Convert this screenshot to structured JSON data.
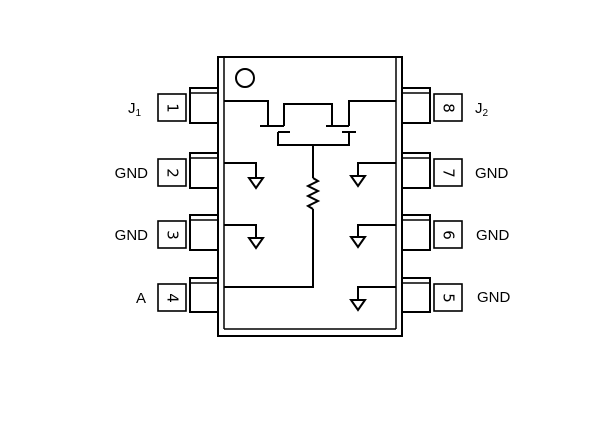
{
  "package": {
    "pins": [
      {
        "number": "1",
        "label": "J",
        "subscript": "1"
      },
      {
        "number": "2",
        "label": "GND",
        "subscript": ""
      },
      {
        "number": "3",
        "label": "GND",
        "subscript": ""
      },
      {
        "number": "4",
        "label": "A",
        "subscript": ""
      },
      {
        "number": "5",
        "label": "GND",
        "subscript": ""
      },
      {
        "number": "6",
        "label": "GND",
        "subscript": ""
      },
      {
        "number": "7",
        "label": "GND",
        "subscript": ""
      },
      {
        "number": "8",
        "label": "J",
        "subscript": "2"
      }
    ]
  }
}
